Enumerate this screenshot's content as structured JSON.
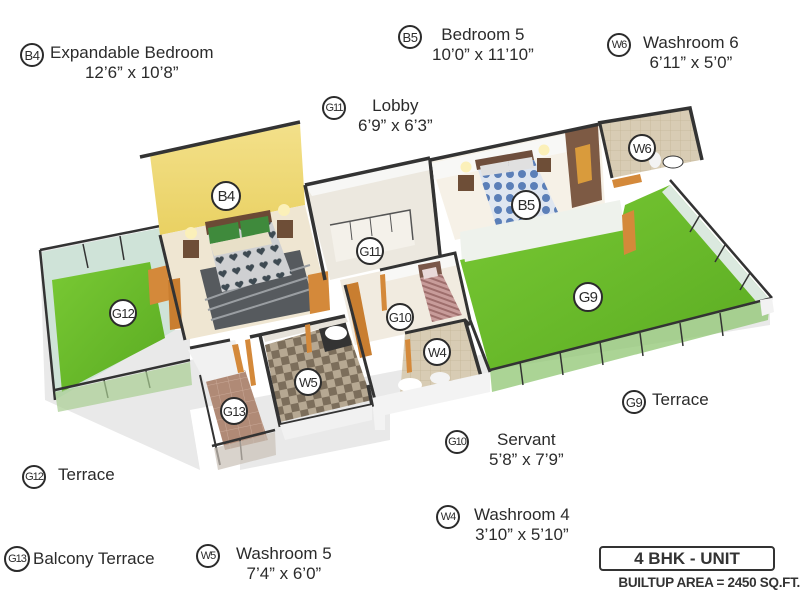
{
  "legend": {
    "b4": {
      "code": "B4",
      "name": "Expandable Bedroom",
      "dims": "12’6” x 10’8”"
    },
    "b5": {
      "code": "B5",
      "name": "Bedroom 5",
      "dims": "10’0” x 11’10”"
    },
    "w6": {
      "code": "W6",
      "name": "Washroom 6",
      "dims": "6’11” x 5’0”"
    },
    "g11": {
      "code": "G11",
      "name": "Lobby",
      "dims": "6’9” x 6’3”"
    },
    "g9": {
      "code": "G9",
      "name": "Terrace"
    },
    "g10": {
      "code": "G10",
      "name": "Servant",
      "dims": "5’8” x 7’9”"
    },
    "g12": {
      "code": "G12",
      "name": "Terrace"
    },
    "w4": {
      "code": "W4",
      "name": "Washroom 4",
      "dims": "3’10” x 5’10”"
    },
    "g13": {
      "code": "G13",
      "name": "Balcony Terrace"
    },
    "w5": {
      "code": "W5",
      "name": "Washroom 5",
      "dims": "7’4” x 6’0”"
    }
  },
  "plan_tags": {
    "b4": "B4",
    "b5": "B5",
    "w6": "W6",
    "g11": "G11",
    "g12": "G12",
    "g10": "G10",
    "w4": "W4",
    "g9": "G9",
    "w5": "W5",
    "g13": "G13"
  },
  "unit": {
    "title": "4 BHK - UNIT",
    "builtup_area": "BUILTUP AREA = 2450 SQ.FT."
  },
  "colors": {
    "grass": "#6cbf2a",
    "accent_wall": "#f1dd78",
    "wall": "#3a3a3a",
    "floor": "#efe6d2",
    "text": "#2b2b2b"
  }
}
